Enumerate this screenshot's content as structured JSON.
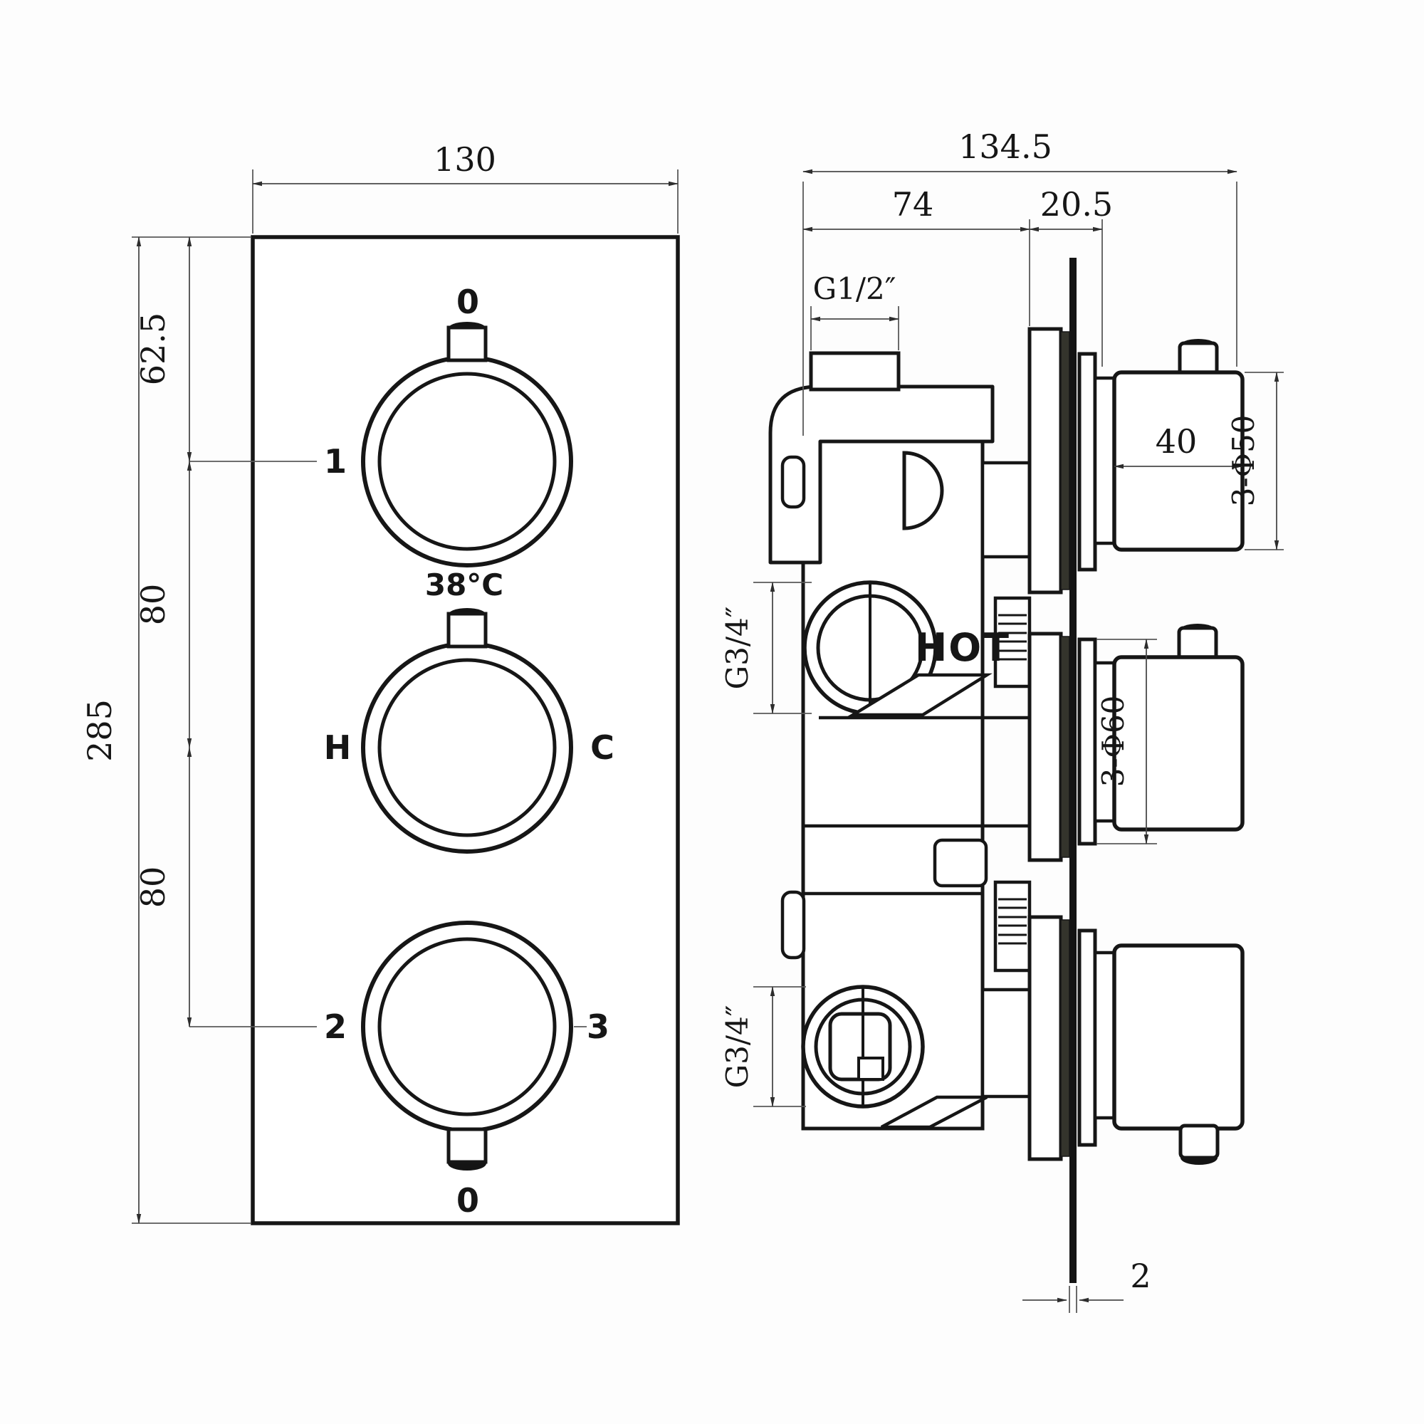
{
  "drawing": {
    "front_view": {
      "dim_width": "130",
      "dim_height": "285",
      "dim_top_offset": "62.5",
      "dim_spacing_1": "80",
      "dim_spacing_2": "80",
      "port_label_1": "1",
      "port_label_2": "2",
      "port_label_3": "3",
      "dial1_zero": "0",
      "dial3_zero": "0",
      "temp_label": "38°C",
      "hot_side_label": "H",
      "cold_side_label": "C"
    },
    "side_view": {
      "dim_total_depth": "134.5",
      "dim_body_depth": "74",
      "dim_trim_depth": "20.5",
      "inlet_thread": "G1/2″",
      "outlet_thread_top": "G3/4″",
      "outlet_thread_bottom": "G3/4″",
      "hot_marking": "HOT",
      "dim_knob_depth": "40",
      "dim_knob_diameter": "3-Φ50",
      "dim_flange_diameter": "3-Φ60",
      "dim_plate_thickness": "2"
    }
  }
}
